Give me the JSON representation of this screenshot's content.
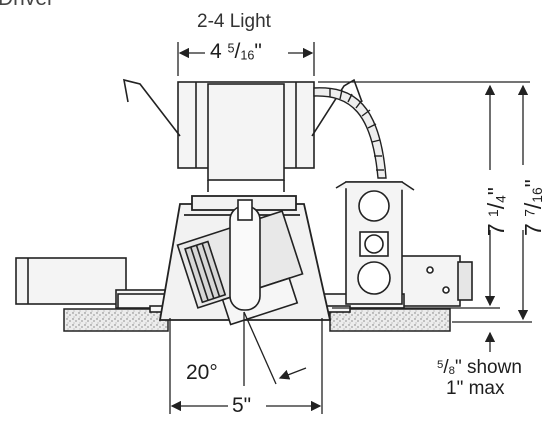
{
  "header_fragment": "Driver",
  "title": "2-4 Light",
  "dimensions": {
    "top_width": {
      "whole": "4",
      "num": "5",
      "den": "16",
      "unit": "\""
    },
    "bottom_width": "5\"",
    "tilt_angle": "20°",
    "height_body": {
      "whole": "7",
      "num": "1",
      "den": "4",
      "unit": "\""
    },
    "height_total": {
      "whole": "7",
      "num": "7",
      "den": "16",
      "unit": "\""
    },
    "ceiling_shown": {
      "num": "5",
      "den": "8",
      "text": "\" shown"
    },
    "ceiling_max": "1\" max"
  },
  "colors": {
    "line": "#222222",
    "fill_light": "#f2f2f2",
    "fill_mid": "#d9d9d9",
    "ceiling": "#e6e6e6"
  }
}
